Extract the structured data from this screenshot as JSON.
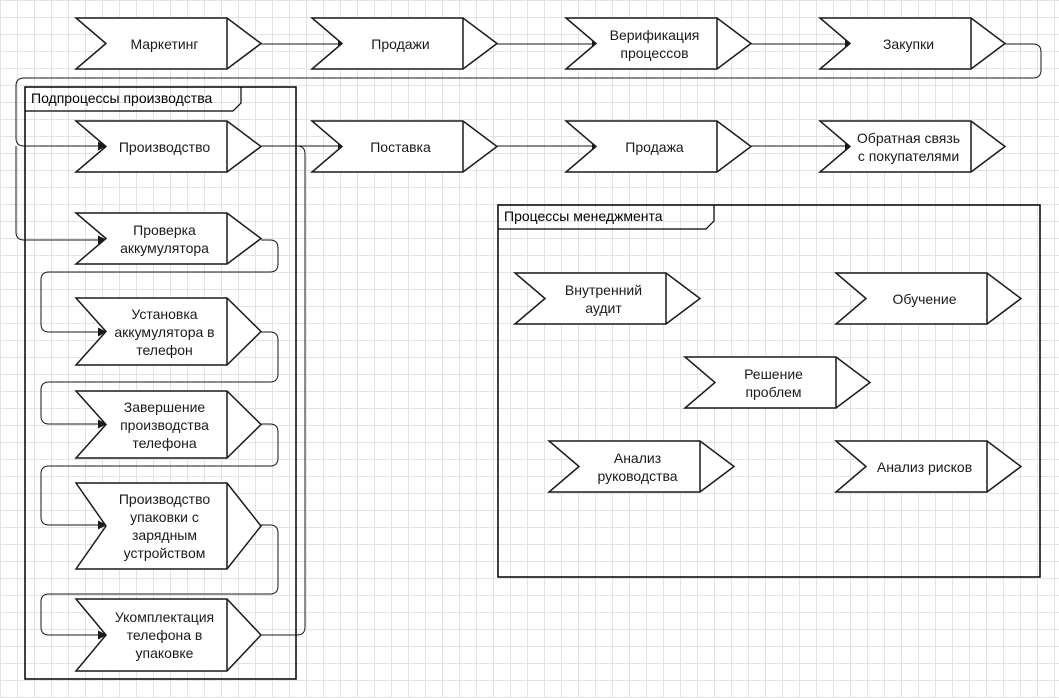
{
  "main_chain": [
    {
      "id": "marketing",
      "label": "Маркетинг"
    },
    {
      "id": "sales",
      "label": "Продажи"
    },
    {
      "id": "verification",
      "label": "Верификация\nпроцессов"
    },
    {
      "id": "purchasing",
      "label": "Закупки"
    }
  ],
  "second_chain": [
    {
      "id": "production",
      "label": "Производство"
    },
    {
      "id": "delivery",
      "label": "Поставка"
    },
    {
      "id": "sale",
      "label": "Продажа"
    },
    {
      "id": "feedback",
      "label": "Обратная связь\nс покупателями"
    }
  ],
  "production_subprocesses": {
    "title": "Подпроцессы производства",
    "items": [
      {
        "id": "battery-check",
        "label": "Проверка\nаккумулятора"
      },
      {
        "id": "battery-install",
        "label": "Установка\nаккумулятора в\nтелефон"
      },
      {
        "id": "phone-finish",
        "label": "Завершение\nпроизводства\nтелефона"
      },
      {
        "id": "package-production",
        "label": "Производство\nупаковки с\nзарядным\nустройством"
      },
      {
        "id": "phone-packing",
        "label": "Укомплектация\nтелефона в\nупаковке"
      }
    ]
  },
  "management_processes": {
    "title": "Процессы менеджмента",
    "items": [
      {
        "id": "internal-audit",
        "label": "Внутренний\nаудит"
      },
      {
        "id": "training",
        "label": "Обучение"
      },
      {
        "id": "problem-solving",
        "label": "Решение\nпроблем"
      },
      {
        "id": "management-review",
        "label": "Анализ\nруководства"
      },
      {
        "id": "risk-analysis",
        "label": "Анализ рисков"
      }
    ]
  },
  "colors": {
    "stroke": "#1a1a1a",
    "grid": "#e3e3e3",
    "background": "#ffffff"
  }
}
